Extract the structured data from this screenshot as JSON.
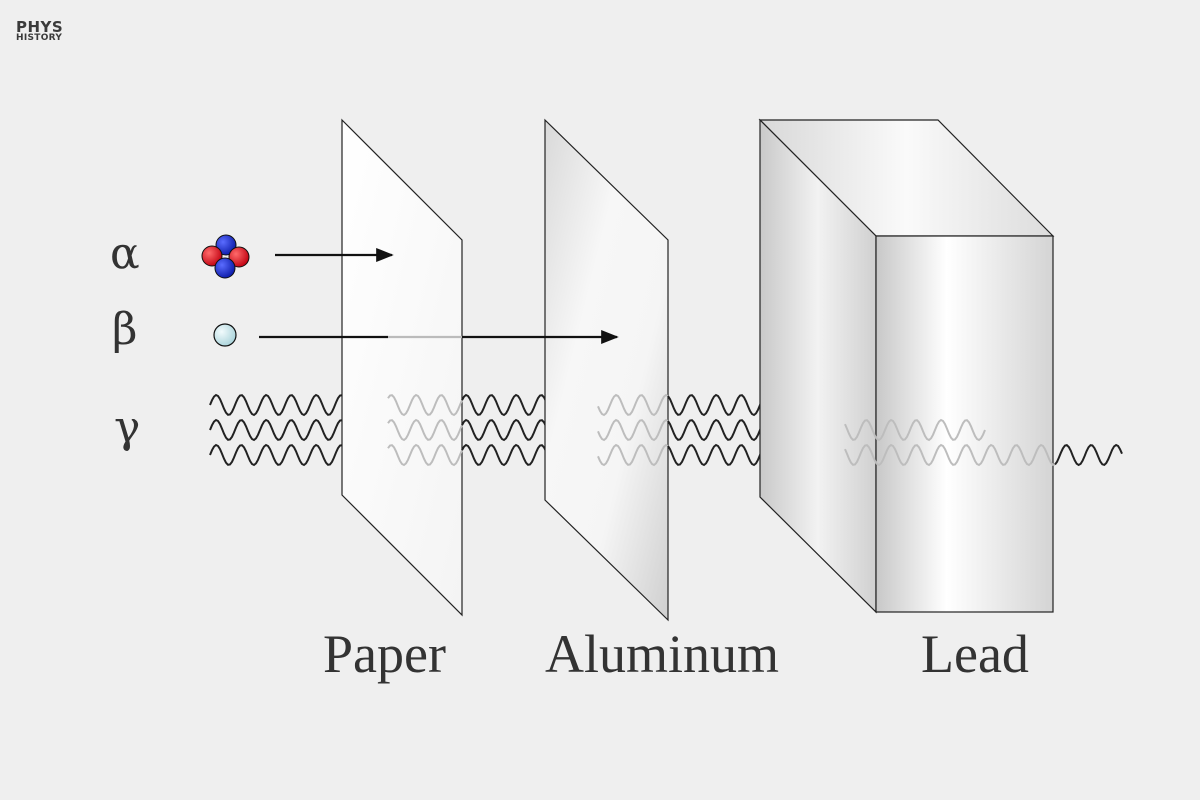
{
  "logo": {
    "line1": "PHYS",
    "line2": "HISTORY"
  },
  "radiation": {
    "alpha": "α",
    "beta": "β",
    "gamma": "γ"
  },
  "materials": {
    "paper": "Paper",
    "aluminum": "Aluminum",
    "lead": "Lead"
  },
  "colors": {
    "background": "#efefef",
    "proton": "#e0101a",
    "neutron": "#1a2fd6",
    "electron": "#cfe9ee",
    "wave": "#222222",
    "wave_faded": "#bdbdbd"
  }
}
